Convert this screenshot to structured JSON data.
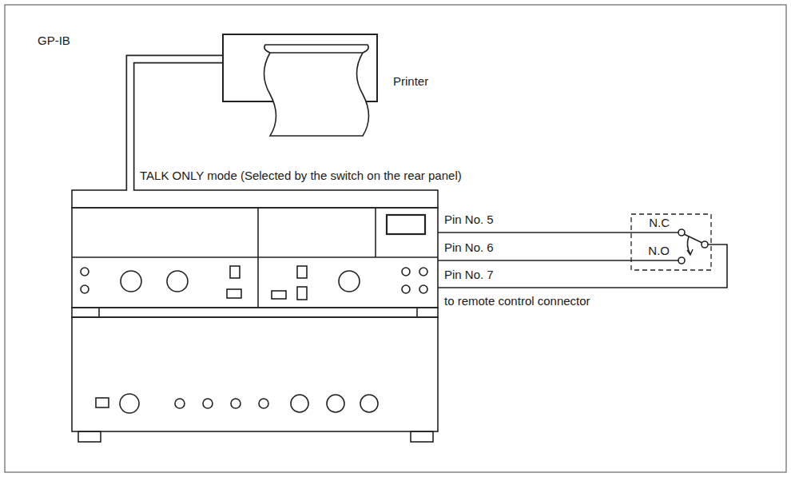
{
  "diagram": {
    "nodes": [
      {
        "text": [
          "Printer"
        ]
      },
      {
        "text": [
          "TALK ONLY mode (Selected by the switch on the rear panel)"
        ]
      }
    ],
    "edges": [
      {
        "from": 0,
        "to": 1,
        "arrow": "none",
        "label": "GP-IB"
      }
    ],
    "labels": [
      "Pin No. 5",
      "N.C",
      "Pin No. 6",
      "N.O",
      "Pin No. 7",
      "to remote control connector"
    ]
  }
}
